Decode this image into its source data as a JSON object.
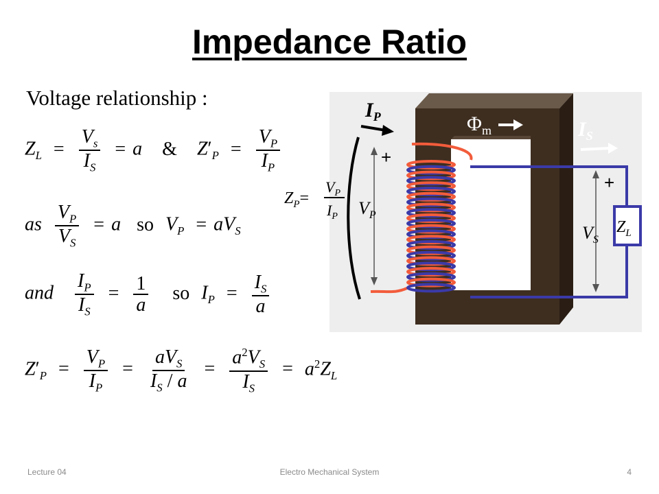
{
  "slide": {
    "title": "Impedance Ratio",
    "heading": "Voltage relationship :",
    "words": {
      "amp": "&",
      "as": "as",
      "so": "so",
      "and": "and"
    },
    "symbols": {
      "Z": "Z",
      "L": "L",
      "P": "P",
      "S": "S",
      "s": "s",
      "V": "V",
      "I": "I",
      "a": "a",
      "one": "1",
      "two": "2",
      "prime": "′",
      "eq": "=",
      "slash": "/"
    }
  },
  "diagram": {
    "label_ip": "I",
    "label_ip_sub": "P",
    "label_is": "I",
    "label_is_sub": "S",
    "label_phi": "Φ",
    "label_phi_sub": "m",
    "label_vp": "V",
    "label_vp_sub": "P",
    "label_vs": "V",
    "label_vs_sub": "S",
    "label_zl": "Z",
    "label_zl_sub": "L",
    "label_zp": "Z",
    "label_zp_sub": "P",
    "plus": "+",
    "colors": {
      "core": "#3e2e20",
      "primary_winding": "#f25c3b",
      "secondary_winding": "#3b3aa8"
    }
  },
  "footer": {
    "left": "Lecture 04",
    "center": "Electro Mechanical System",
    "page": "4"
  }
}
